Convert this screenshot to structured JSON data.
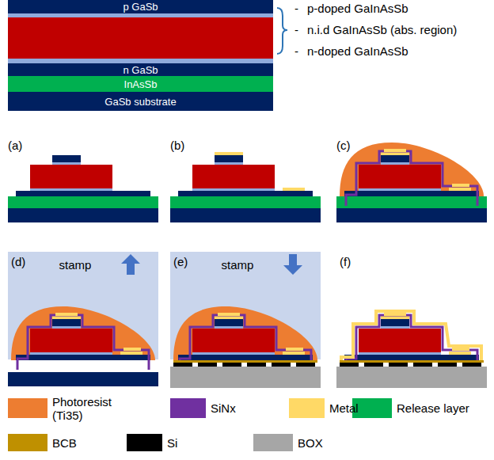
{
  "diagram": {
    "nodes": [
      {
        "text": [
          "p GaSb"
        ]
      },
      {
        "text": [
          "n GaSb"
        ]
      },
      {
        "text": [
          "InAsSb"
        ]
      },
      {
        "text": [
          "GaSb substrate"
        ]
      },
      {
        "text": [
          "stamp"
        ]
      },
      {
        "text": [
          "stamp"
        ]
      }
    ],
    "labels": [
      "-",
      "-",
      "-",
      "p-doped GaInAsSb",
      "n.i.d GaInAsSb (abs. region)",
      "n-doped GaInAsSb",
      "(a)",
      "(b)",
      "(c)",
      "(d)",
      "(e)",
      "(f)"
    ],
    "legend": [
      {
        "text": "Photoresist (Ti35)",
        "color": "#ED7D31"
      },
      {
        "text": "SiNx",
        "color": "#7030A0"
      },
      {
        "text": "Metal",
        "color": "#FFD966"
      },
      {
        "text": "Release layer",
        "color": "#00B050"
      },
      {
        "text": "BCB",
        "color": "#BF9000"
      },
      {
        "text": "Si",
        "color": "#000000"
      },
      {
        "text": "BOX",
        "color": "#A6A6A6"
      }
    ]
  }
}
